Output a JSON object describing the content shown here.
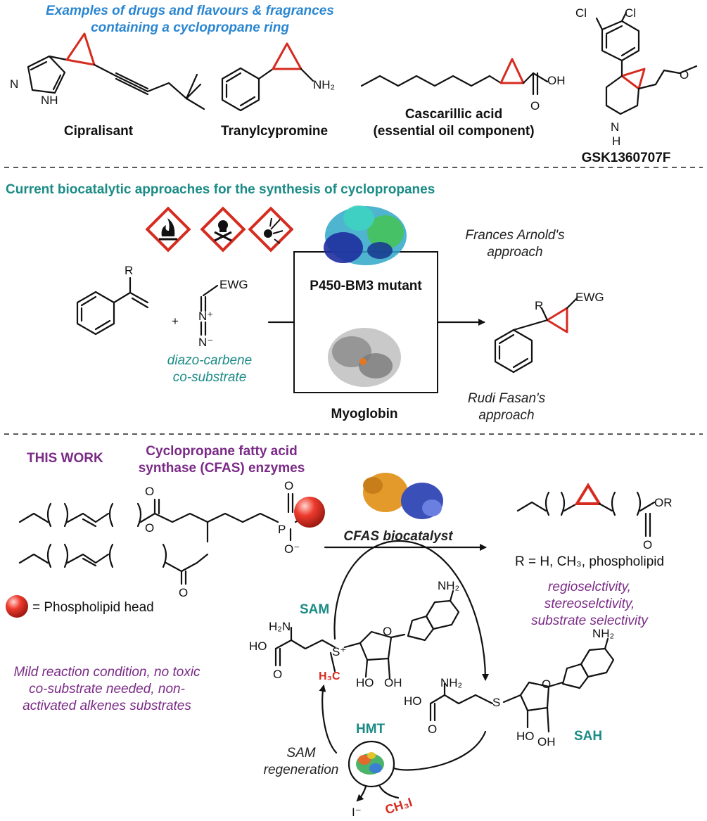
{
  "section1": {
    "title_line1": "Examples of drugs and flavours & fragrances",
    "title_line2": "containing a cyclopropane ring",
    "compounds": {
      "cipralisant": "Cipralisant",
      "tranylcypromine": "Tranylcypromine",
      "cascarillic_line1": "Cascarillic acid",
      "cascarillic_line2": "(essential oil component)",
      "gsk": "GSK1360707F"
    }
  },
  "section2": {
    "title": "Current biocatalytic approaches for the synthesis of cyclopropanes",
    "enzyme1": "P450-BM3 mutant",
    "enzyme2": "Myoglobin",
    "approach1_line1": "Frances Arnold's",
    "approach1_line2": "approach",
    "approach2_line1": "Rudi Fasan's",
    "approach2_line2": "approach",
    "cosubstrate_line1": "diazo-carbene",
    "cosubstrate_line2": "co-substrate",
    "ewg": "EWG",
    "r": "R"
  },
  "section3": {
    "this_work": "THIS WORK",
    "cfas_line1": "Cyclopropane fatty acid",
    "cfas_line2": "synthase (CFAS) enzymes",
    "catalyst": "CFAS biocatalyst",
    "r_def": "R = H, CH₃, phospholipid",
    "selectivity": [
      "regioselctivity,",
      "stereoselctivity,",
      "substrate selectivity"
    ],
    "phospholipid_legend": "= Phospholipid head",
    "mild": [
      "Mild reaction condition, no toxic",
      "co-substrate needed, non-",
      "activated alkenes substrates"
    ],
    "sam": "SAM",
    "sah": "SAH",
    "hmt": "HMT",
    "regen_line1": "SAM",
    "regen_line2": "regeneration",
    "ch3i": "CH₃I",
    "iodide": "I⁻",
    "h3c": "H₃C"
  },
  "colors": {
    "blue_heading": "#2a86d1",
    "teal": "#1b8b86",
    "purple": "#7a2a86",
    "red": "#d62b1f"
  }
}
